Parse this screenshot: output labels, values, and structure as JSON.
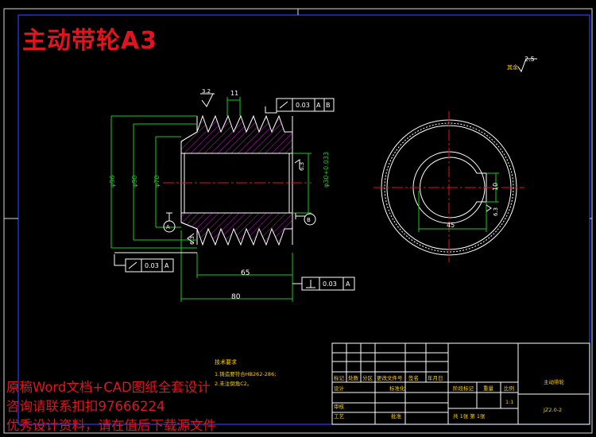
{
  "title": "主动带轮A3",
  "roughness": {
    "general": "2.5",
    "general_label": "其余",
    "top": "3.2",
    "right_bore": "6.3",
    "left_bottom": "6.3",
    "keyway": "6.3"
  },
  "dimensions": {
    "groove_width": "11",
    "d96": "φ96",
    "d90": "φ90",
    "d70": "φ70",
    "bore": "φ30+0.033",
    "len65": "65",
    "len80": "80",
    "key45": "45",
    "key10": "10"
  },
  "tolerances": {
    "top_runout": "0.03",
    "datum_a": "A",
    "datum_b": "B",
    "left_runout": "0.03",
    "bottom_perp": "0.03",
    "datum_left": "A",
    "datum_right": "B"
  },
  "tech_req": {
    "heading": "技术要求",
    "line1": "1.铸造要符合HB262-286;",
    "line2": "2.未注倒角C2。"
  },
  "title_block": {
    "part_name": "主动带轮",
    "drawing_no": "JZ2.0-2",
    "row_labels": [
      "标记",
      "处数",
      "分区",
      "更改文件号",
      "签名",
      "年月日"
    ],
    "design": "设计",
    "standard": "标准化",
    "review": "审核",
    "process": "工艺",
    "approve": "批准",
    "stage_mark": "阶段标记",
    "weight": "重量",
    "scale": "比例",
    "scale_value": "1:1",
    "sheets": "共 1张 第 1张"
  },
  "notes": [
    "原稿Word文档+CAD图纸全套设计",
    "咨询请联系扣扣97666224",
    "优秀设计资料，请在值后下载源文件"
  ]
}
